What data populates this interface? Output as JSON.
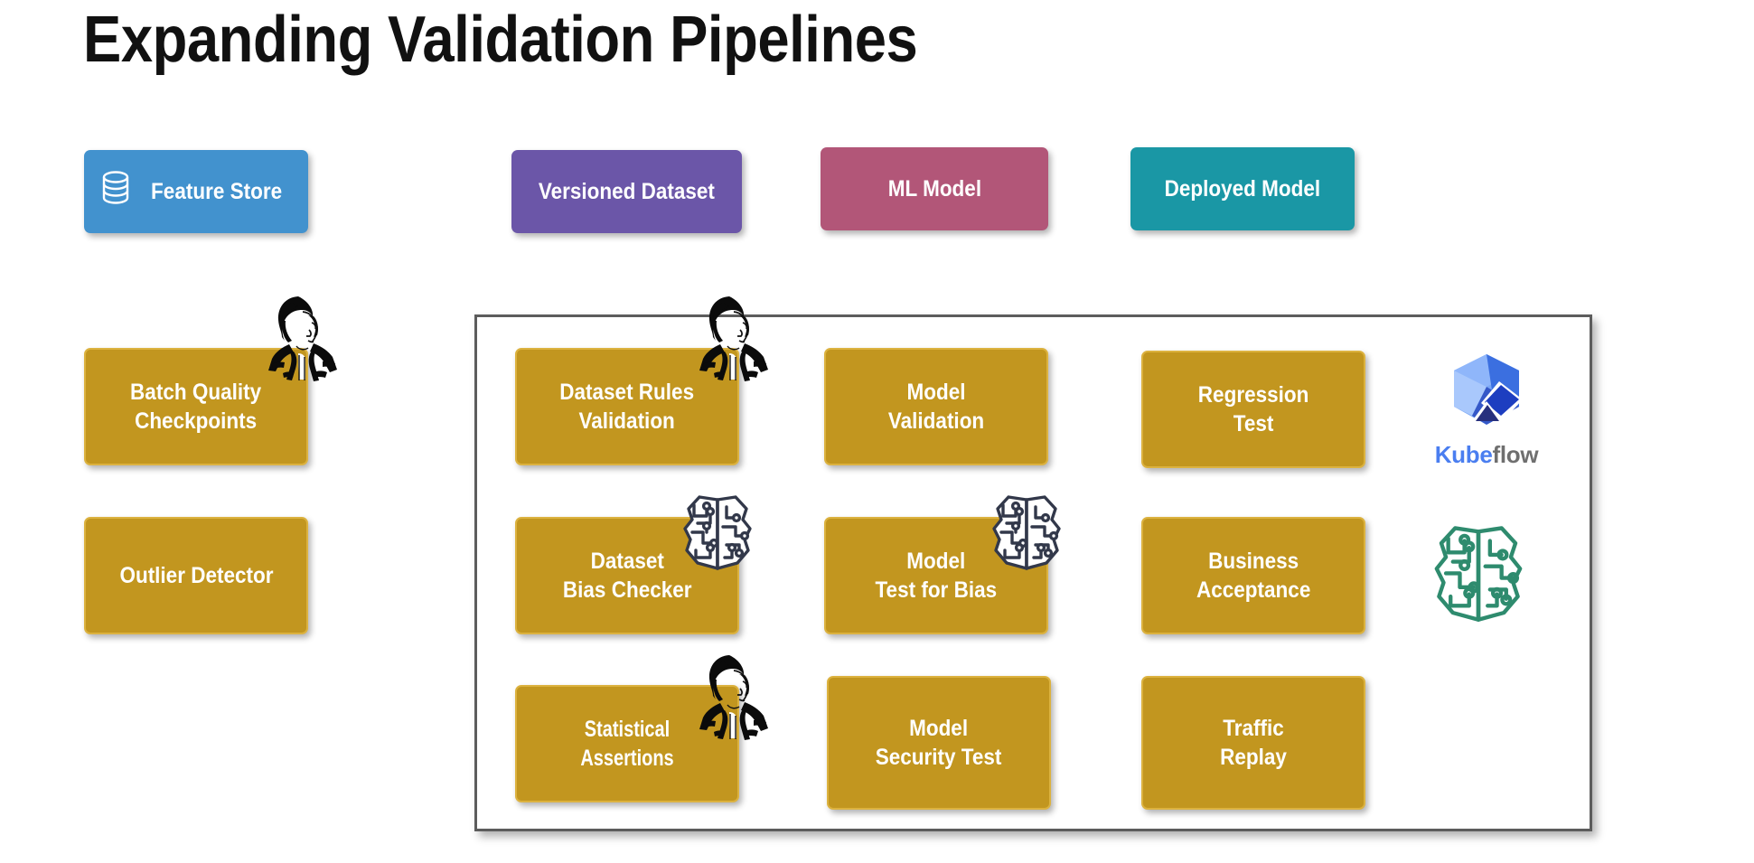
{
  "page": {
    "title": "Expanding Validation Pipelines",
    "background": "#ffffff"
  },
  "colors": {
    "feature_store": "#4292ce",
    "versioned_dataset": "#6b56a8",
    "ml_model": "#b25678",
    "deployed_model": "#1a97a5",
    "process_gold": "#c2961f",
    "process_gold_border": "#dcb23f",
    "frame_border": "#5c5c5c",
    "brain_icon_dark": "#32384a",
    "brain_icon_green": "#2e8b6e",
    "kubeflow_blue": "#4a7ef0",
    "kubeflow_gray": "#6f6f6f"
  },
  "artifacts": [
    {
      "id": "feature-store",
      "label": "Feature Store",
      "color": "#4292ce",
      "icon": "database-icon"
    },
    {
      "id": "versioned-dataset",
      "label": "Versioned Dataset",
      "color": "#6b56a8",
      "icon": null
    },
    {
      "id": "ml-model",
      "label": "ML Model",
      "color": "#b25678",
      "icon": null
    },
    {
      "id": "deployed-model",
      "label": "Deployed Model",
      "color": "#1a97a5",
      "icon": null
    }
  ],
  "outside_column": [
    {
      "id": "batch-quality-checkpoints",
      "label": "Batch Quality\nCheckpoints"
    },
    {
      "id": "outlier-detector",
      "label": "Outlier Detector"
    }
  ],
  "frame": {
    "rows": [
      [
        {
          "id": "dataset-rules-validation",
          "label": "Dataset Rules\nValidation"
        },
        {
          "id": "model-validation",
          "label": "Model\nValidation"
        },
        {
          "id": "regression-test",
          "label": "Regression\nTest"
        }
      ],
      [
        {
          "id": "dataset-bias-checker",
          "label": "Dataset\nBias Checker"
        },
        {
          "id": "model-test-for-bias",
          "label": "Model\nTest for Bias"
        },
        {
          "id": "business-acceptance",
          "label": "Business\nAcceptance"
        }
      ],
      [
        {
          "id": "statistical-assertions",
          "label": "Statistical Assertions"
        },
        {
          "id": "model-security-test",
          "label": "Model\nSecurity Test"
        },
        {
          "id": "traffic-replay",
          "label": "Traffic\nReplay"
        }
      ]
    ]
  },
  "logos": {
    "kubeflow": {
      "word_kube": "Kube",
      "word_flow": "flow"
    },
    "brain_green": {
      "name": "ai-brain-circuit-icon"
    }
  },
  "clipart": {
    "person": {
      "name": "vintage-person-looking-up-clipart",
      "count": 3
    },
    "brain_dark": {
      "name": "brain-circuit-icon",
      "count": 2
    }
  }
}
